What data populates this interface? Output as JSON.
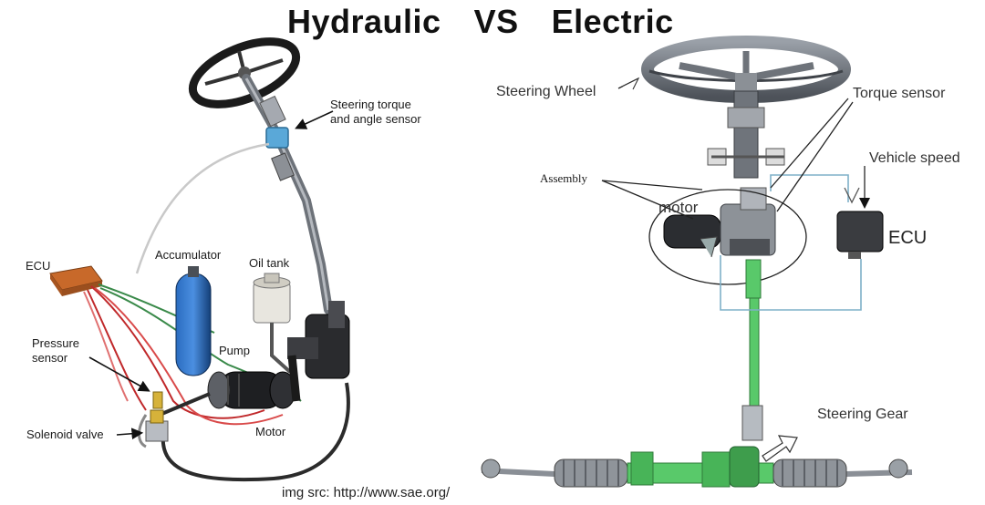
{
  "title": {
    "left": "Hydraulic",
    "vs": "VS",
    "right": "Electric"
  },
  "hydraulic": {
    "labels": {
      "sensor": [
        "Steering torque",
        "and angle sensor"
      ],
      "ecu": "ECU",
      "accumulator": "Accumulator",
      "oil_tank": "Oil tank",
      "pressure_sensor": [
        "Pressure",
        "sensor"
      ],
      "pump": "Pump",
      "motor": "Motor",
      "solenoid_valve": "Solenoid valve"
    },
    "colors": {
      "ecu": "#c8692a",
      "accumulator": "#1f5fa8",
      "sensor": "#5aa8d8",
      "wire_red": "#c0282a",
      "wire_green": "#3a8a4a",
      "steel": "#8a8f96"
    }
  },
  "electric": {
    "labels": {
      "steering_wheel": "Steering Wheel",
      "torque_sensor": "Torque sensor",
      "vehicle_speed": "Vehicle speed",
      "assembly": "Assembly",
      "motor": "motor",
      "ecu": "ECU",
      "steering_gear": "Steering Gear"
    },
    "colors": {
      "shaft_green": "#59c96a",
      "wiring_blue": "#7fb0c8",
      "body_gray": "#7b7f86"
    }
  },
  "source": "img src: http://www.sae.org/"
}
